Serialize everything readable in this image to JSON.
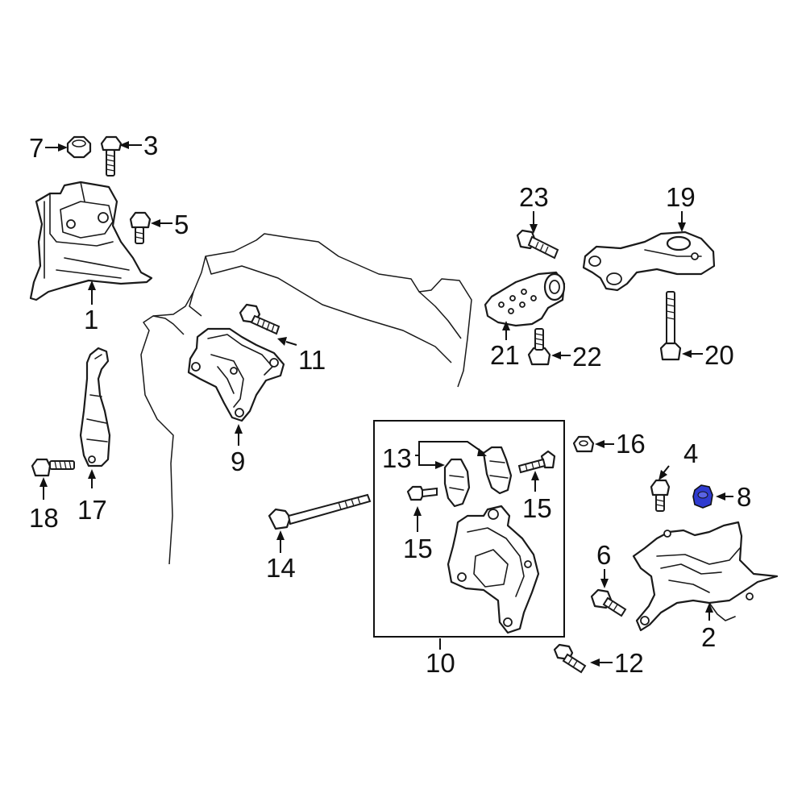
{
  "diagram": {
    "highlight_color": "#2f3bd0",
    "line_color": "#1a1a1a",
    "background": "#ffffff",
    "highlighted_part": "8",
    "callouts": {
      "c1": "1",
      "c2": "2",
      "c3": "3",
      "c4": "4",
      "c5": "5",
      "c6": "6",
      "c7": "7",
      "c8": "8",
      "c9": "9",
      "c10": "10",
      "c11": "11",
      "c12": "12",
      "c13": "13",
      "c14": "14",
      "c15a": "15",
      "c15b": "15",
      "c16": "16",
      "c17": "17",
      "c18": "18",
      "c19": "19",
      "c20": "20",
      "c21": "21",
      "c22": "22",
      "c23": "23"
    }
  }
}
